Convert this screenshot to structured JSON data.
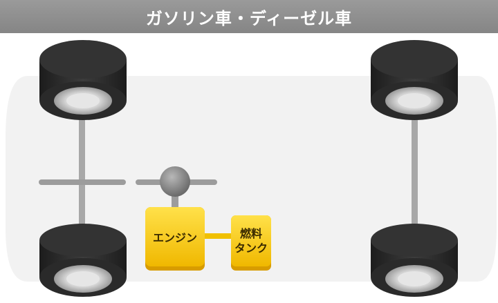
{
  "header": {
    "title": "ガソリン車・ディーゼル車"
  },
  "components": {
    "engine": {
      "label": "エンジン"
    },
    "fuel_tank": {
      "label": "燃料\nタンク"
    }
  },
  "colors": {
    "header_bg": "#8c8c8c",
    "body_bg": "#f2f2f2",
    "component_fill": "#f5c400",
    "shaft": "#a8a8a8",
    "tire": "#2b2b2b"
  }
}
